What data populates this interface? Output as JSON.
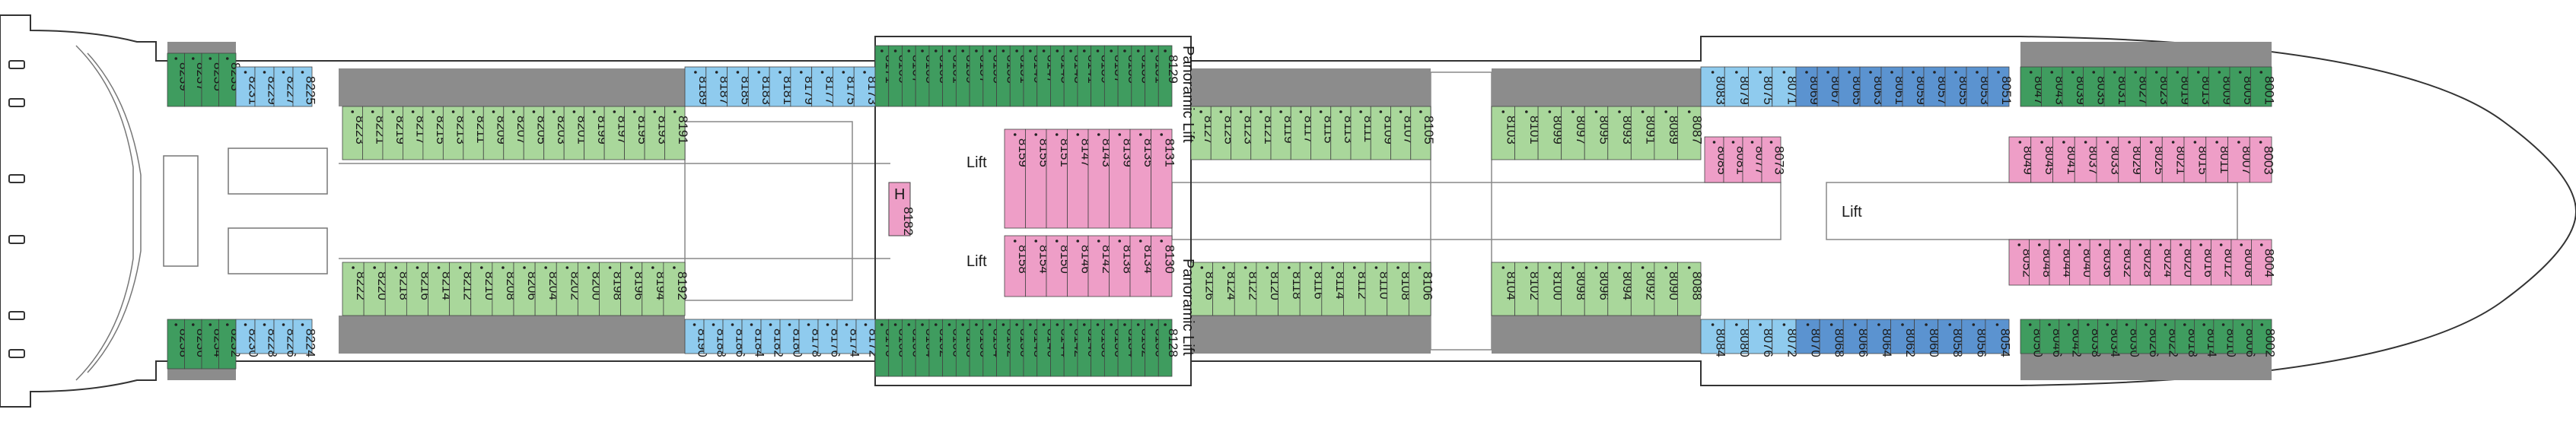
{
  "colors": {
    "green_dark": "#3f9c5f",
    "green_light": "#a9d79b",
    "blue_light": "#8fcbee",
    "blue_mid": "#5b93d0",
    "pink": "#ee9ec7",
    "gray_dark": "#8c8c8c",
    "gray_light": "#d8d8d8",
    "line": "#555555"
  },
  "labels": {
    "lift": "Lift",
    "panoramic_lift": "Panoramic Lift",
    "h_cabin": "H",
    "h_cabin_number": "8182"
  },
  "blocks": [
    {
      "id": "bow-left-top-dark",
      "color": "green_dark",
      "rotate": true,
      "cabins": [
        "8239",
        "8237",
        "8235",
        "8233"
      ]
    },
    {
      "id": "bow-left-top-blue",
      "color": "blue_light",
      "rotate": true,
      "cabins": [
        "8231",
        "8229",
        "8227",
        "8225"
      ]
    },
    {
      "id": "bow-left-top-light",
      "color": "green_light",
      "rotate": true,
      "cabins": [
        "8223",
        "8221",
        "8219",
        "8217",
        "8215",
        "8213",
        "8211",
        "8209",
        "8207",
        "8205",
        "8203",
        "8201",
        "8199",
        "8197",
        "8195",
        "8193",
        "8191"
      ]
    },
    {
      "id": "blue-top-1",
      "color": "blue_light",
      "rotate": true,
      "cabins": [
        "8189",
        "8187",
        "8185",
        "8183",
        "8181",
        "8179",
        "8177",
        "8175",
        "8173"
      ]
    },
    {
      "id": "green-dark-top-1",
      "color": "green_dark",
      "rotate": true,
      "cabins": [
        "8171",
        "8169",
        "8167",
        "8165",
        "8163",
        "8161",
        "8159",
        "8157",
        "8155",
        "8153",
        "8151",
        "8149",
        "8147",
        "8145",
        "8143",
        "8141",
        "8139",
        "8137",
        "8135",
        "8133",
        "8131",
        "8129"
      ]
    },
    {
      "id": "pink-top-1",
      "color": "pink",
      "rotate": true,
      "cabins": [
        "8159",
        "8155",
        "8151",
        "8147",
        "8143",
        "8139",
        "8135",
        "8131"
      ]
    },
    {
      "id": "green-light-top-2",
      "color": "green_light",
      "rotate": true,
      "cabins": [
        "8127",
        "8125",
        "8123",
        "8121",
        "8119",
        "8117",
        "8115",
        "8113",
        "8111",
        "8109",
        "8107",
        "8105"
      ]
    },
    {
      "id": "green-light-top-3",
      "color": "green_light",
      "rotate": true,
      "cabins": [
        "8103",
        "8101",
        "8099",
        "8097",
        "8095",
        "8093",
        "8091",
        "8089",
        "8087"
      ]
    },
    {
      "id": "pink-top-2",
      "color": "pink",
      "rotate": true,
      "cabins": [
        "8085",
        "8081",
        "8077",
        "8073"
      ]
    },
    {
      "id": "blue-top-2",
      "color": "blue_light",
      "rotate": true,
      "cabins": [
        "8083",
        "8079",
        "8075",
        "8071"
      ]
    },
    {
      "id": "blue-mid-top",
      "color": "blue_mid",
      "rotate": true,
      "cabins": [
        "8069",
        "8067",
        "8065",
        "8063",
        "8061",
        "8059",
        "8057",
        "8055",
        "8053",
        "8051"
      ]
    },
    {
      "id": "green-dark-top-2",
      "color": "green_dark",
      "rotate": true,
      "cabins": [
        "8047",
        "8043",
        "8039",
        "8035",
        "8031",
        "8027",
        "8023",
        "8019",
        "8013",
        "8009",
        "8005",
        "8001"
      ]
    },
    {
      "id": "pink-top-3",
      "color": "pink",
      "rotate": true,
      "cabins": [
        "8049",
        "8045",
        "8041",
        "8037",
        "8033",
        "8029",
        "8025",
        "8021",
        "8015",
        "8011",
        "8007",
        "8003"
      ]
    },
    {
      "id": "bow-left-bottom-dark",
      "color": "green_dark",
      "rotate": true,
      "cabins": [
        "8238",
        "8236",
        "8234",
        "8232"
      ]
    },
    {
      "id": "bow-left-bottom-blue",
      "color": "blue_light",
      "rotate": true,
      "cabins": [
        "8230",
        "8228",
        "8226",
        "8224"
      ]
    },
    {
      "id": "green-light-bottom-1",
      "color": "green_light",
      "rotate": true,
      "cabins": [
        "8222",
        "8220",
        "8218",
        "8216",
        "8214",
        "8212",
        "8210",
        "8208",
        "8206",
        "8204",
        "8202",
        "8200",
        "8198",
        "8196",
        "8194",
        "8192"
      ]
    },
    {
      "id": "blue-bottom-1",
      "color": "blue_light",
      "rotate": true,
      "cabins": [
        "8190",
        "8188",
        "8186",
        "8184",
        "8182",
        "8180",
        "8178",
        "8176",
        "8174",
        "8172"
      ]
    },
    {
      "id": "green-dark-bottom-1",
      "color": "green_dark",
      "rotate": true,
      "cabins": [
        "8170",
        "8168",
        "8166",
        "8164",
        "8162",
        "8160",
        "8158",
        "8156",
        "8154",
        "8152",
        "8150",
        "8148",
        "8146",
        "8144",
        "8142",
        "8140",
        "8138",
        "8136",
        "8134",
        "8132",
        "8130",
        "8128"
      ]
    },
    {
      "id": "pink-bottom-1",
      "color": "pink",
      "rotate": true,
      "cabins": [
        "8158",
        "8154",
        "8150",
        "8146",
        "8142",
        "8138",
        "8134",
        "8130"
      ]
    },
    {
      "id": "green-light-bottom-2",
      "color": "green_light",
      "rotate": true,
      "cabins": [
        "8126",
        "8124",
        "8122",
        "8120",
        "8118",
        "8116",
        "8114",
        "8112",
        "8110",
        "8108",
        "8106"
      ]
    },
    {
      "id": "green-light-bottom-3",
      "color": "green_light",
      "rotate": true,
      "cabins": [
        "8104",
        "8102",
        "8100",
        "8098",
        "8096",
        "8094",
        "8092",
        "8090",
        "8088"
      ]
    },
    {
      "id": "blue-bottom-2",
      "color": "blue_light",
      "rotate": true,
      "cabins": [
        "8084",
        "8080",
        "8076",
        "8072"
      ]
    },
    {
      "id": "blue-mid-bottom",
      "color": "blue_mid",
      "rotate": true,
      "cabins": [
        "8070",
        "8068",
        "8066",
        "8064",
        "8062",
        "8060",
        "8058",
        "8056",
        "8054"
      ]
    },
    {
      "id": "pink-bottom-2",
      "color": "pink",
      "rotate": true,
      "cabins": [
        "8052",
        "8048",
        "8044",
        "8040",
        "8036",
        "8032",
        "8028",
        "8024",
        "8020",
        "8016",
        "8012",
        "8008",
        "8004"
      ]
    },
    {
      "id": "green-dark-bottom-2",
      "color": "green_dark",
      "rotate": true,
      "cabins": [
        "8050",
        "8046",
        "8042",
        "8038",
        "8034",
        "8030",
        "8026",
        "8022",
        "8018",
        "8014",
        "8010",
        "8006",
        "8002"
      ]
    }
  ]
}
